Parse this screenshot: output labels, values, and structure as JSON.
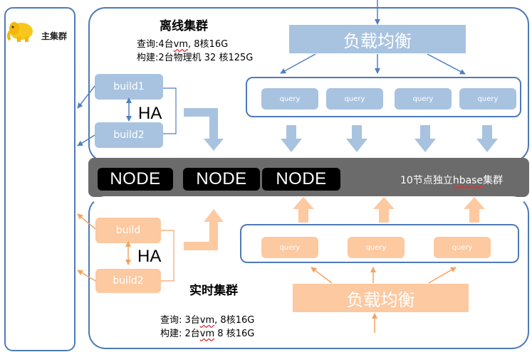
{
  "main_cluster": {
    "label": "主集群",
    "logo": "hadoop-elephant-icon"
  },
  "offline": {
    "title": "离线集群",
    "query_prefix": "查询:4台",
    "query_vm": "vm",
    "query_suffix": ", 8核16G",
    "build_line": "构建:2台物理机 32 核125G",
    "load_balancer": "负载均衡",
    "build1": "build1",
    "build2": "build2",
    "ha": "HA",
    "queries": [
      "query",
      "query",
      "query",
      "query"
    ]
  },
  "hbase": {
    "nodes": [
      "NODE",
      "NODE",
      "NODE"
    ],
    "label_prefix": "10节点独立",
    "label_hbase": "hbase",
    "label_suffix": "集群"
  },
  "realtime": {
    "title": "实时集群",
    "build1": "build",
    "build2": "build2",
    "ha": "HA",
    "queries": [
      "query",
      "query",
      "query"
    ],
    "load_balancer": "负载均衡",
    "query_prefix": "查询: 3台",
    "query_vm": "vm",
    "query_suffix": ", 8核16G",
    "build_prefix": "构建: 2台",
    "build_vm": "vm",
    "build_suffix": " 8 核16G"
  },
  "colors": {
    "blue": "#a8c3e0",
    "orange": "#fcc9a1",
    "border": "#4e7ab7",
    "arrow_blue": "#4f80bd",
    "arrow_orange": "#f5a360"
  }
}
